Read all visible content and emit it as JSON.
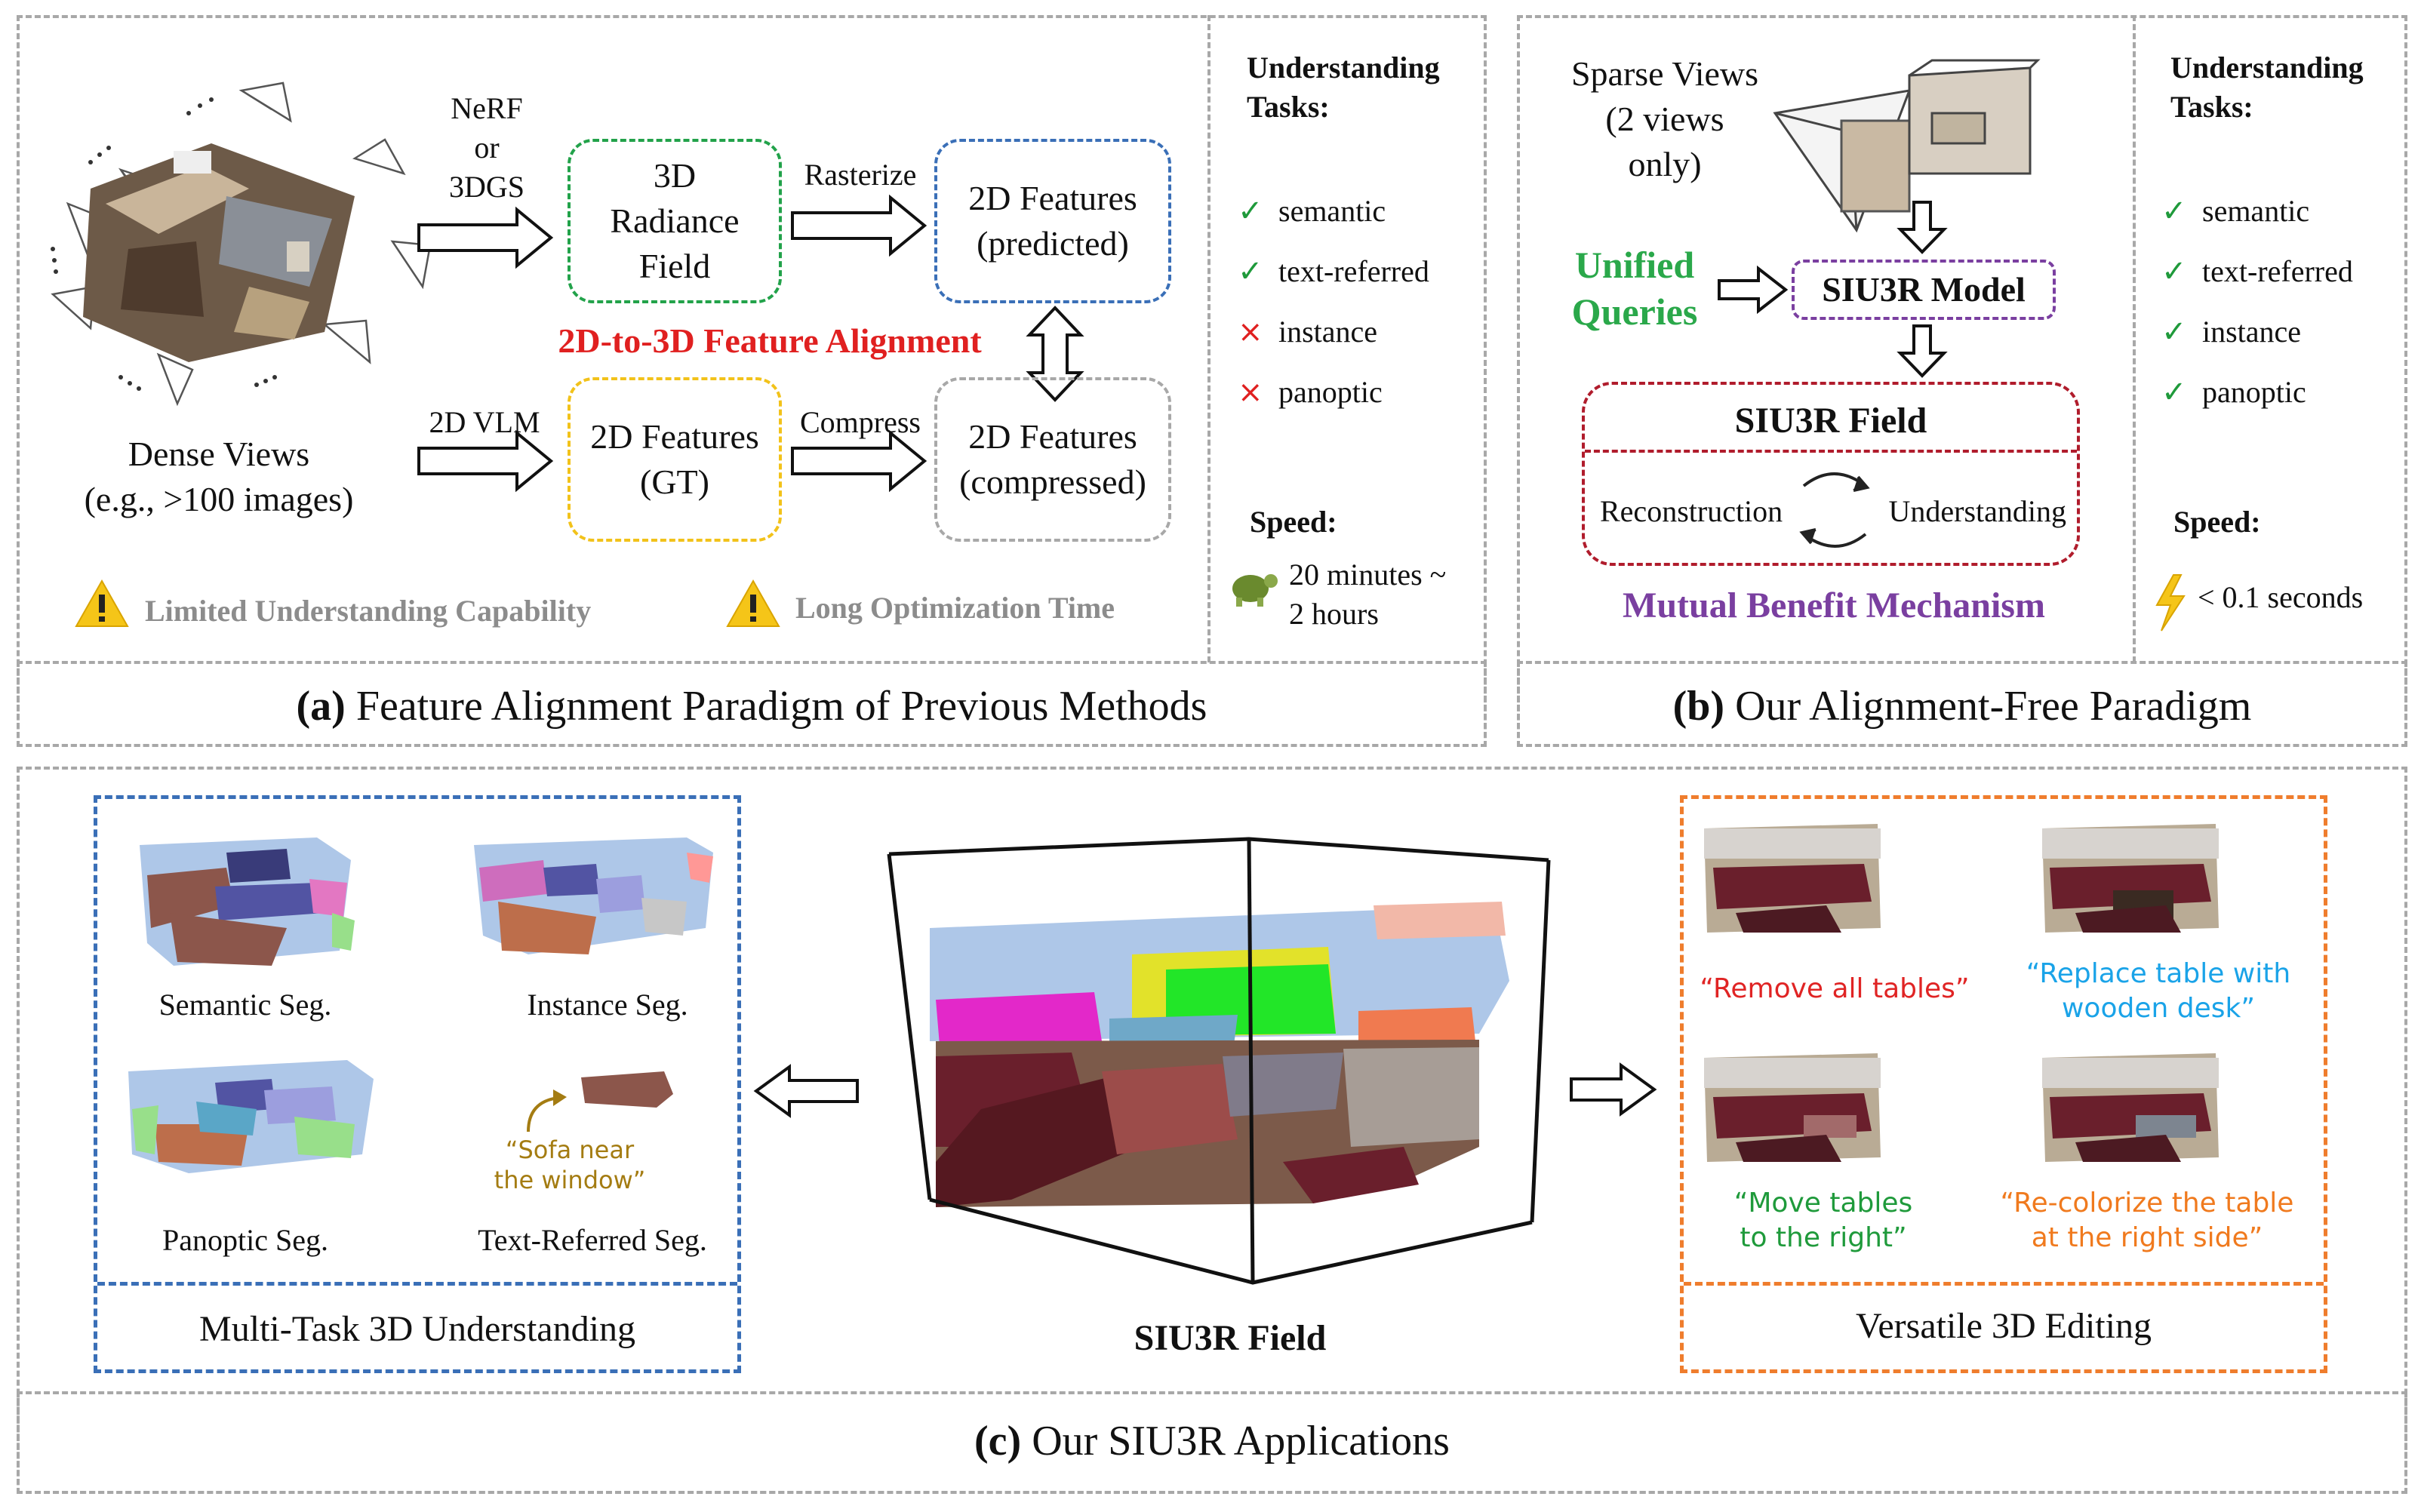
{
  "panel_a": {
    "dense_views": "Dense Views",
    "dense_views_sub": "(e.g., >100 images)",
    "method_lines": [
      "NeRF",
      "or",
      "3DGS"
    ],
    "radiance_field_lines": [
      "3D",
      "Radiance",
      "Field"
    ],
    "rasterize": "Rasterize",
    "features_predicted_lines": [
      "2D Features",
      "(predicted)"
    ],
    "alignment_label": "2D-to-3D Feature Alignment",
    "vlm": "2D VLM",
    "features_gt_lines": [
      "2D Features",
      "(GT)"
    ],
    "compress": "Compress",
    "features_compressed_lines": [
      "2D Features",
      "(compressed)"
    ],
    "warning_1": "Limited Understanding Capability",
    "warning_2": "Long Optimization Time",
    "tasks_title_lines": [
      "Understanding",
      "Tasks:"
    ],
    "tasks": [
      {
        "mark": "✓",
        "status": "yes",
        "label": "semantic"
      },
      {
        "mark": "✓",
        "status": "yes",
        "label": "text-referred"
      },
      {
        "mark": "×",
        "status": "no",
        "label": "instance"
      },
      {
        "mark": "×",
        "status": "no",
        "label": "panoptic"
      }
    ],
    "speed_title": "Speed:",
    "speed_lines": [
      "20 minutes ~",
      "2 hours"
    ],
    "caption_tag": "(a)",
    "caption": "Feature Alignment Paradigm of Previous Methods"
  },
  "panel_b": {
    "sparse_views_lines": [
      "Sparse Views",
      "(2 views",
      "only)"
    ],
    "unified_queries_lines": [
      "Unified",
      "Queries"
    ],
    "model": "SIU3R Model",
    "field": "SIU3R Field",
    "reconstruction": "Reconstruction",
    "understanding": "Understanding",
    "mutual": "Mutual Benefit Mechanism",
    "tasks_title_lines": [
      "Understanding",
      "Tasks:"
    ],
    "tasks": [
      {
        "mark": "✓",
        "status": "yes",
        "label": "semantic"
      },
      {
        "mark": "✓",
        "status": "yes",
        "label": "text-referred"
      },
      {
        "mark": "✓",
        "status": "yes",
        "label": "instance"
      },
      {
        "mark": "✓",
        "status": "yes",
        "label": "panoptic"
      }
    ],
    "speed_title": "Speed:",
    "speed": "< 0.1 seconds",
    "caption_tag": "(b)",
    "caption": "Our Alignment-Free Paradigm"
  },
  "panel_c": {
    "seg_labels": [
      "Semantic Seg.",
      "Instance Seg.",
      "Panoptic Seg.",
      "Text-Referred Seg."
    ],
    "text_query_lines": [
      "“Sofa near",
      "the window”"
    ],
    "understanding_caption": "Multi-Task 3D Understanding",
    "field_label": "SIU3R Field",
    "edits": [
      {
        "lines": [
          "“Remove all tables”"
        ],
        "color": "#e02424"
      },
      {
        "lines": [
          "“Replace table with",
          "wooden desk”"
        ],
        "color": "#1aa3e8"
      },
      {
        "lines": [
          "“Move tables",
          "to the right”"
        ],
        "color": "#1f9a3b"
      },
      {
        "lines": [
          "“Re-colorize the table",
          "at the right side”"
        ],
        "color": "#f07a1e"
      }
    ],
    "editing_caption": "Versatile 3D Editing",
    "caption_tag": "(c)",
    "caption": "Our SIU3R Applications"
  },
  "colors": {
    "green_box": "#22a24a",
    "blue_box": "#3a6fb7",
    "yellow_box": "#f2c21a",
    "gray_box": "#a8a8a8",
    "purple": "#7a3fa0",
    "red": "#e02020",
    "dark_red": "#b01c2c",
    "orange": "#ef7d2d",
    "unified_green": "#2aa84a",
    "warning_gray": "#8c8c8c"
  }
}
